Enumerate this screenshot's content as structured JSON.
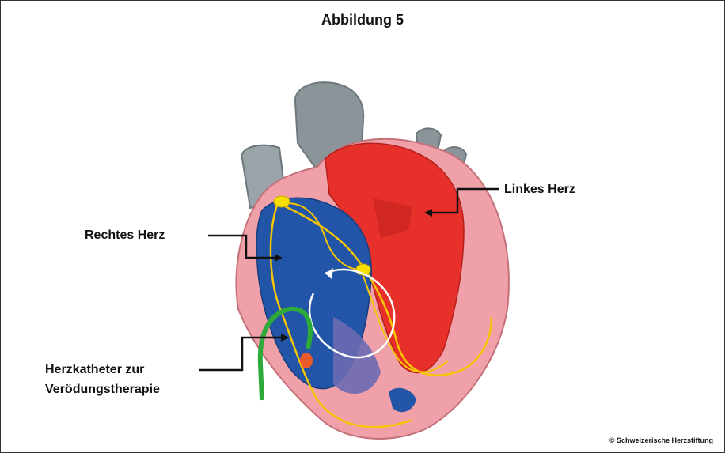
{
  "title": "Abbildung 5",
  "labels": {
    "right_heart": "Rechtes Herz",
    "left_heart": "Linkes Herz",
    "catheter_line1": "Herzkatheter zur",
    "catheter_line2": "Verödungstherapie"
  },
  "copyright": "© Schweizerische Herzstiftung",
  "colors": {
    "vessel_gray": "#8a9499",
    "left_chamber": "#e8302a",
    "myocardium": "#f0a0a8",
    "right_chamber": "#2255a8",
    "conduction": "#f7c600",
    "catheter": "#2eaa3a"
  }
}
